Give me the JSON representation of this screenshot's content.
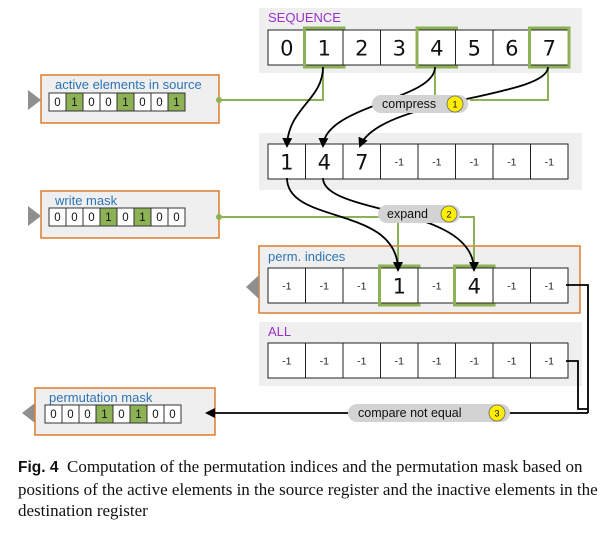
{
  "colors": {
    "accent_green": "#8db255",
    "cell_green_fill": "#8db255",
    "orange_border": "#e07b2c",
    "panel_gray": "#efefef",
    "arrow_tip_gray": "#8f8f8f",
    "pill_gray": "#d3d3d3",
    "badge_yellow": "#ffee00",
    "label_purple": "#9b30c8",
    "label_blue": "#2e74b5"
  },
  "sequence": {
    "label": "SEQUENCE",
    "values": [
      "0",
      "1",
      "2",
      "3",
      "4",
      "5",
      "6",
      "7"
    ],
    "highlight": [
      1,
      4,
      7
    ]
  },
  "active_source": {
    "label": "active elements in source",
    "bits": [
      "0",
      "1",
      "0",
      "0",
      "1",
      "0",
      "0",
      "1"
    ]
  },
  "compressed": {
    "values": [
      "1",
      "4",
      "7",
      "-1",
      "-1",
      "-1",
      "-1",
      "-1"
    ]
  },
  "write_mask": {
    "label": "write mask",
    "bits": [
      "0",
      "0",
      "0",
      "1",
      "0",
      "1",
      "0",
      "0"
    ]
  },
  "perm_indices": {
    "label": "perm. indices",
    "values": [
      "-1",
      "-1",
      "-1",
      "1",
      "-1",
      "4",
      "-1",
      "-1"
    ],
    "highlight": [
      3,
      5
    ]
  },
  "all": {
    "label": "ALL",
    "values": [
      "-1",
      "-1",
      "-1",
      "-1",
      "-1",
      "-1",
      "-1",
      "-1"
    ]
  },
  "perm_mask": {
    "label": "permutation mask",
    "bits": [
      "0",
      "0",
      "0",
      "1",
      "0",
      "1",
      "0",
      "0"
    ]
  },
  "steps": [
    {
      "label": "compress",
      "badge": "1"
    },
    {
      "label": "expand",
      "badge": "2"
    },
    {
      "label": "compare not equal",
      "badge": "3"
    }
  ],
  "caption": {
    "fig": "Fig. 4",
    "text": "Computation of the permutation indices and the permutation mask based on positions of the active elements in the source register and the inactive elements in the destination register"
  }
}
